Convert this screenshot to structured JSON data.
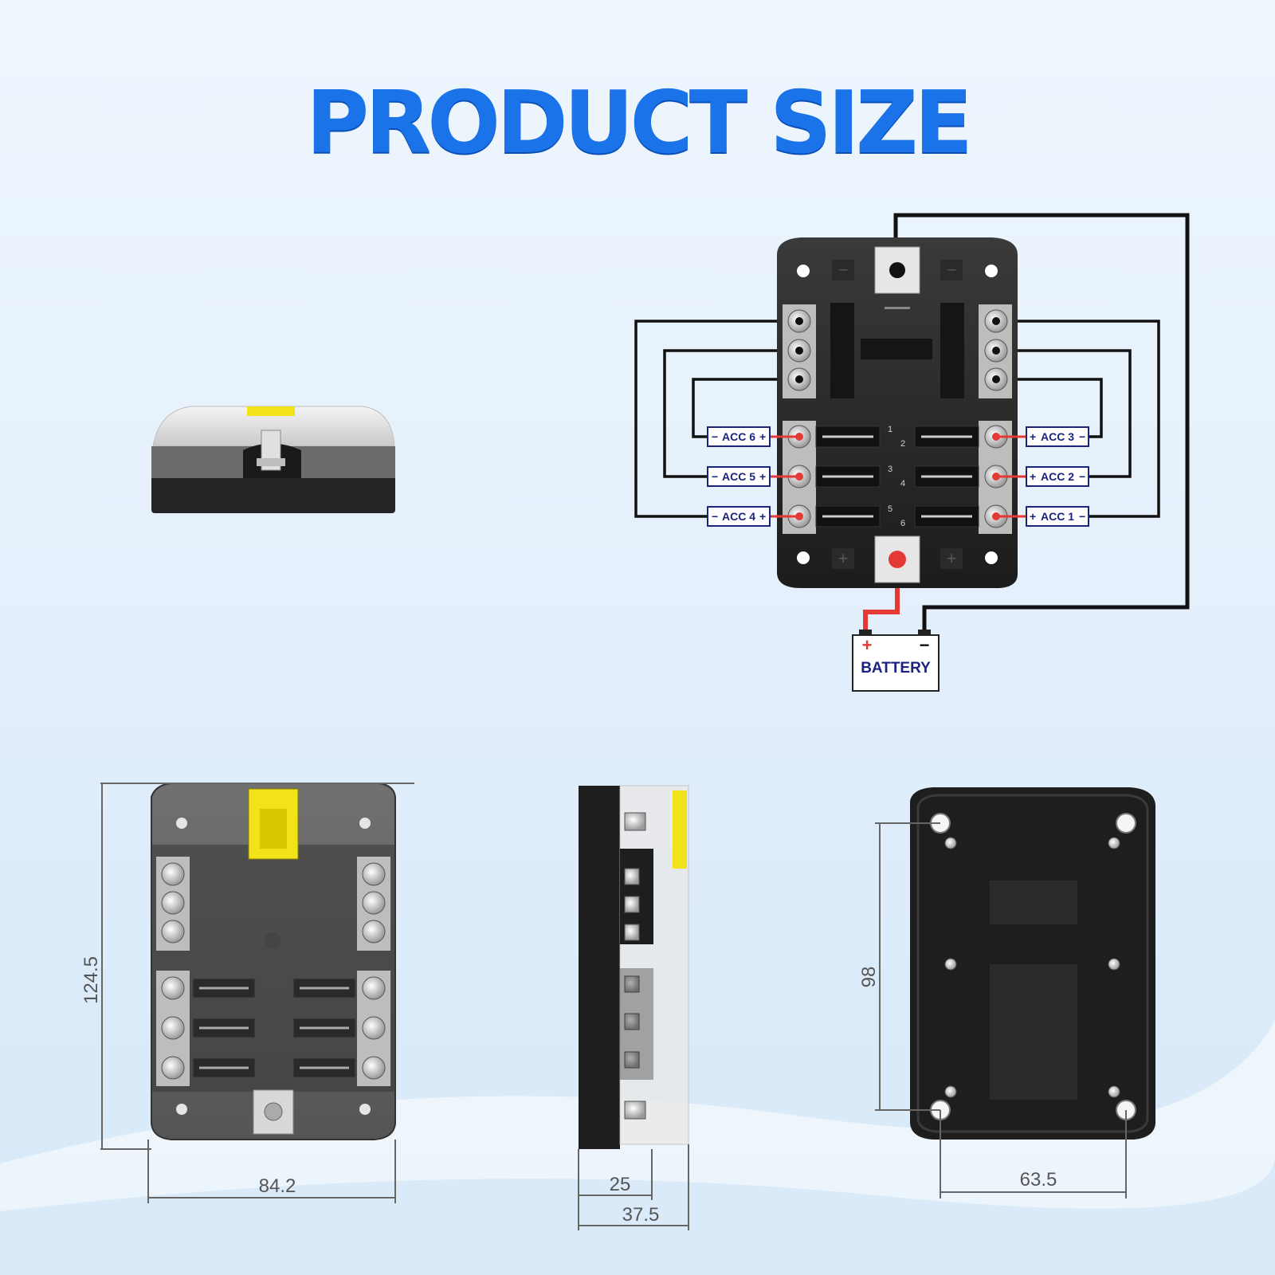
{
  "title": "PRODUCT SIZE",
  "wiring": {
    "battery_label": "BATTERY",
    "positive_symbol": "+",
    "negative_symbol": "−",
    "acc_left": [
      "ACC 6",
      "ACC 5",
      "ACC 4"
    ],
    "acc_right": [
      "ACC 3",
      "ACC 2",
      "ACC 1"
    ],
    "fuse_numbers": [
      "1",
      "2",
      "3",
      "4",
      "5",
      "6"
    ]
  },
  "dimensions": {
    "height": "124.5",
    "width": "84.2",
    "depth_base": "25",
    "depth_total": "37.5",
    "hole_spacing_vertical": "98",
    "hole_spacing_horizontal": "63.5"
  },
  "colors": {
    "title": "#1a73e8",
    "wire": "#111111",
    "positive_wire": "#e53935",
    "acc_label": "#1a237e",
    "lid_yellow": "#f2e21a"
  }
}
